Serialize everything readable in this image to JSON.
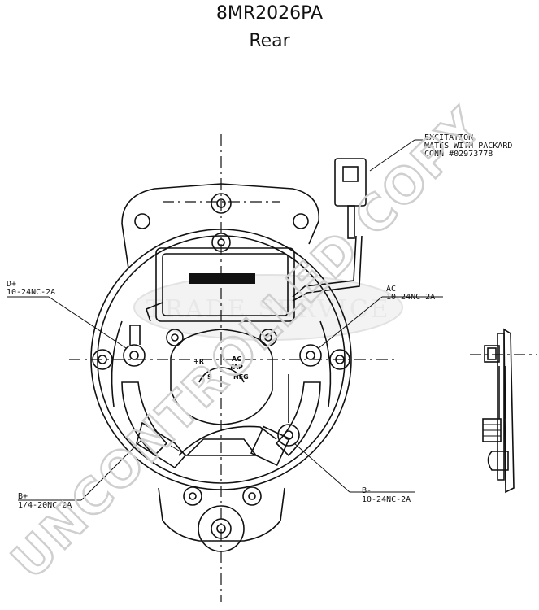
{
  "header": {
    "part_number": "8MR2026PA",
    "view": "Rear"
  },
  "callouts": {
    "excitation": [
      "EXCITATION",
      "MATES WITH PACKARD",
      "CONN #02973778"
    ],
    "d_plus": [
      "D+",
      "10-24NC-2A"
    ],
    "ac": [
      "AC",
      "10-24NC-2A"
    ],
    "b_plus": [
      "B+",
      "1/4-20NC-2A"
    ],
    "b_minus": [
      "B-",
      "10-24NC-2A"
    ]
  },
  "regulator_marks": {
    "r": "+R",
    "ac": "AC",
    "tap": "TAP",
    "s": "S",
    "neg": "NEG"
  },
  "watermark": {
    "main": "UNCONTROLLED COPY",
    "seal": "TRADE SERVICE"
  }
}
